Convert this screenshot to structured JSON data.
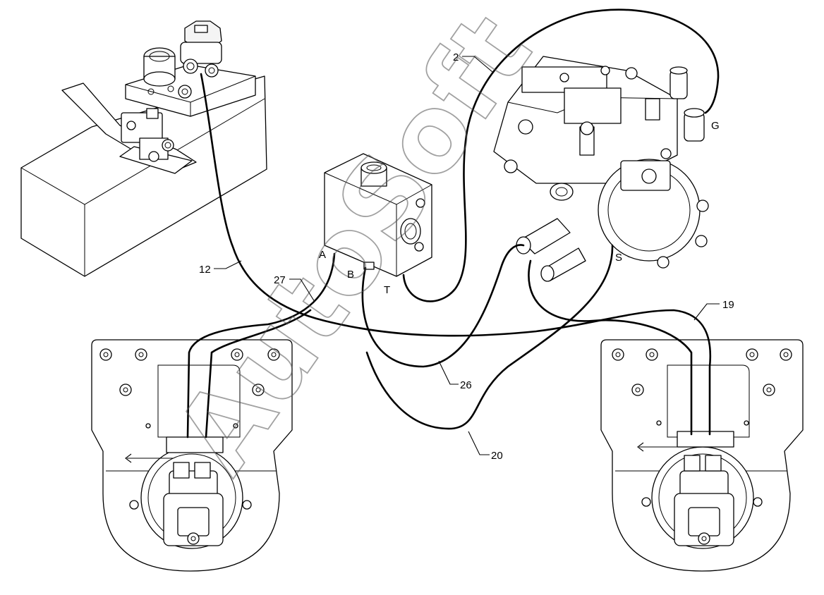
{
  "diagram": {
    "callouts": [
      {
        "id": "c2",
        "text": "2"
      },
      {
        "id": "c12",
        "text": "12"
      },
      {
        "id": "c27",
        "text": "27"
      },
      {
        "id": "c19",
        "text": "19"
      },
      {
        "id": "c26",
        "text": "26"
      },
      {
        "id": "c20",
        "text": "20"
      }
    ],
    "ports": [
      {
        "id": "pA",
        "text": "A"
      },
      {
        "id": "pB",
        "text": "B"
      },
      {
        "id": "pT",
        "text": "T"
      },
      {
        "id": "pS",
        "text": "S"
      },
      {
        "id": "pG",
        "text": "G"
      }
    ],
    "watermark": "AutoSoft"
  }
}
